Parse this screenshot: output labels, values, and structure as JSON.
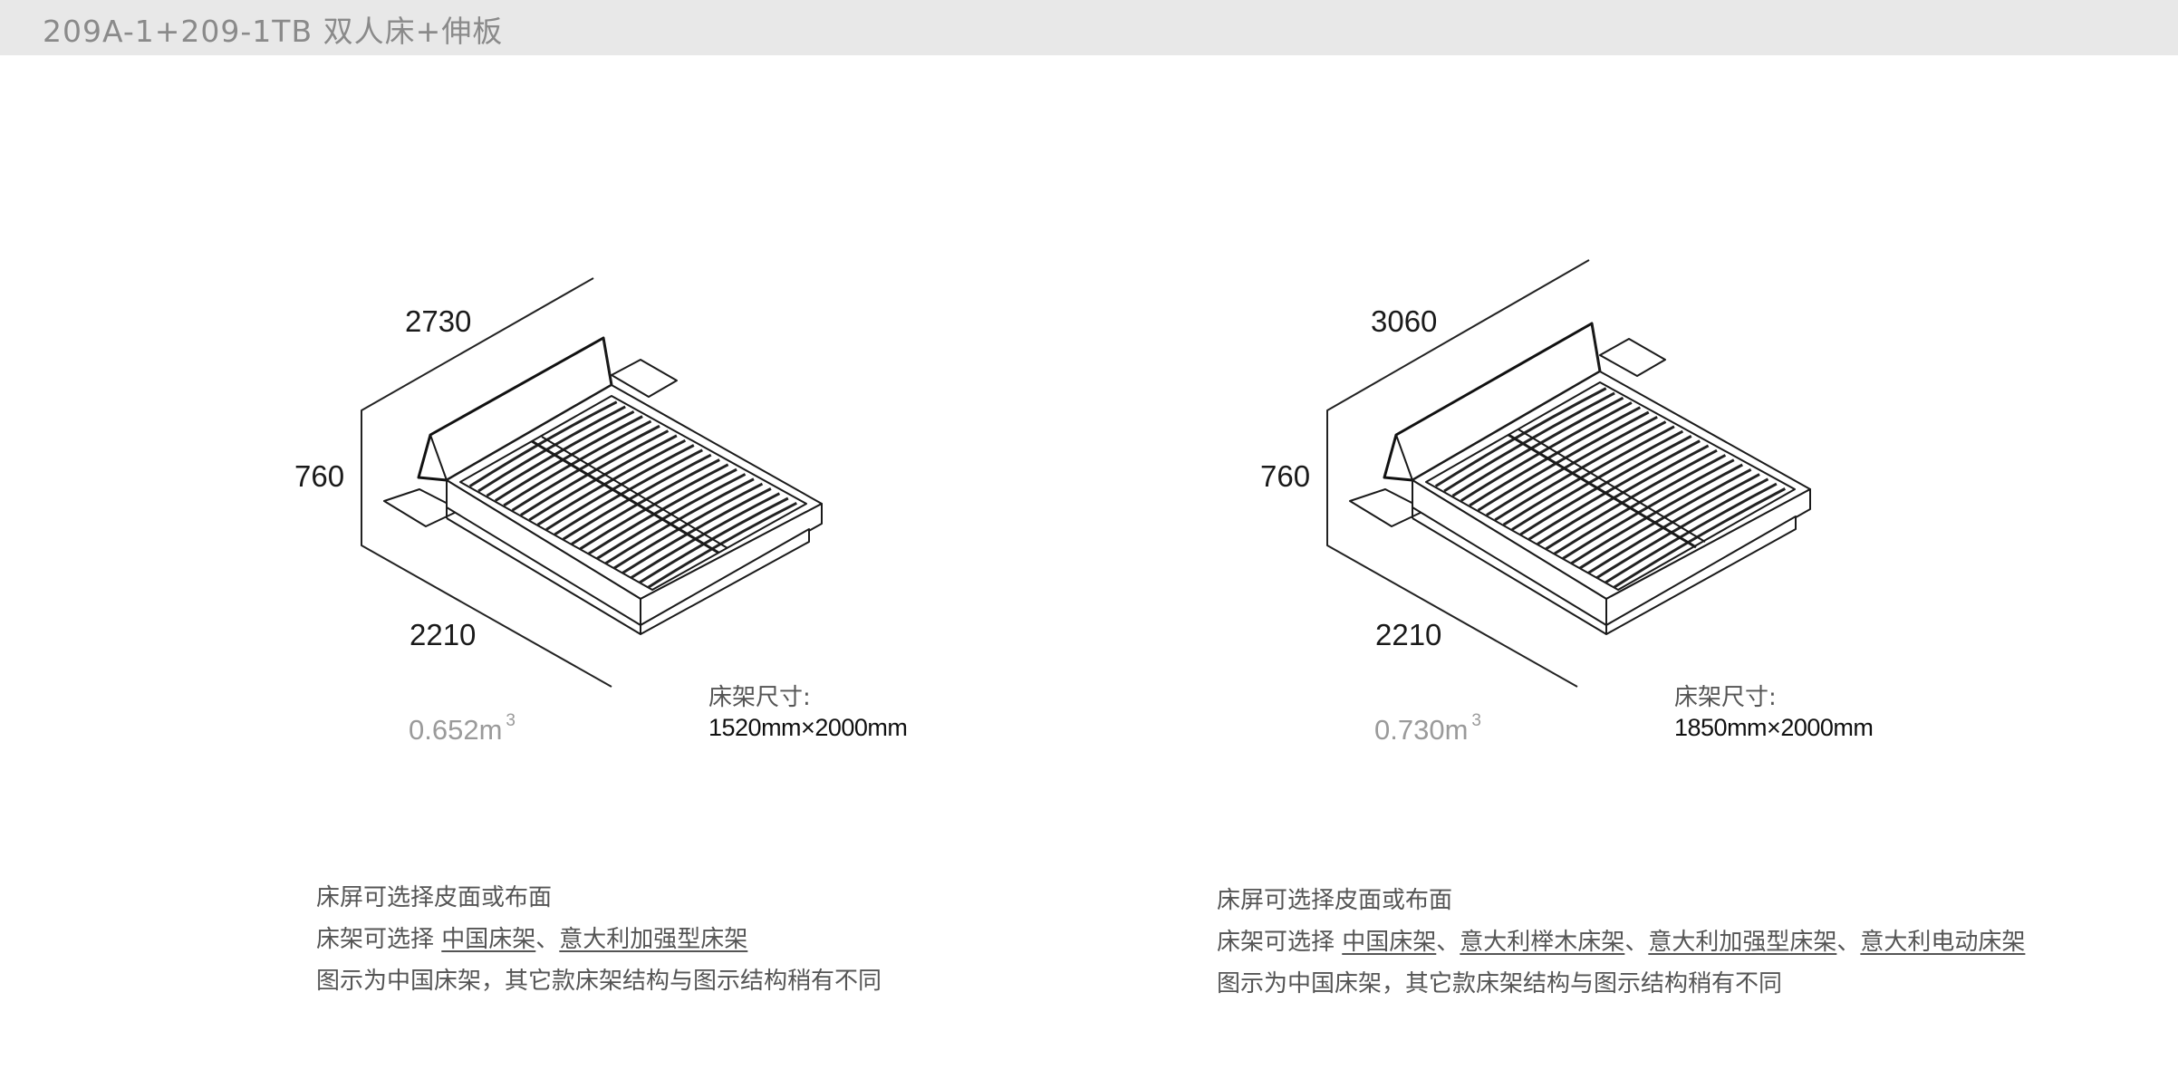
{
  "header": {
    "title": "209A-1+209-1TB 双人床+伸板"
  },
  "left": {
    "dims": {
      "length": "2730",
      "height": "760",
      "width": "2210"
    },
    "volume": "0.652m",
    "volume_exp": "3",
    "frame_size_label": "床架尺寸:",
    "frame_size_value": "1520mm×2000mm",
    "notes": {
      "line1": "床屏可选择皮面或布面",
      "line2_prefix": "床架可选择 ",
      "options": [
        "中国床架",
        "意大利加强型床架"
      ],
      "separator": "、",
      "line3": "图示为中国床架，其它款床架结构与图示结构稍有不同"
    }
  },
  "right": {
    "dims": {
      "length": "3060",
      "height": "760",
      "width": "2210"
    },
    "volume": "0.730m",
    "volume_exp": "3",
    "frame_size_label": "床架尺寸:",
    "frame_size_value": "1850mm×2000mm",
    "notes": {
      "line1": "床屏可选择皮面或布面",
      "line2_prefix": "床架可选择 ",
      "options": [
        "中国床架",
        "意大利榉木床架",
        "意大利加强型床架",
        "意大利电动床架"
      ],
      "separator": "、",
      "line3": "图示为中国床架，其它款床架结构与图示结构稍有不同"
    }
  }
}
